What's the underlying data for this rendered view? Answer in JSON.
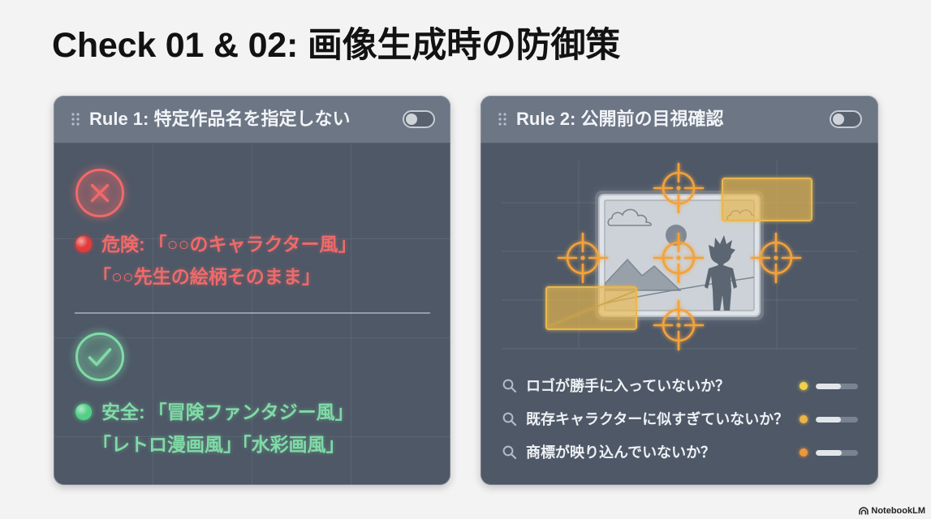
{
  "colors": {
    "page_background": "#f3f3f3",
    "card_header": "#6c7685",
    "card_body": "#4e5867",
    "danger": "#ef6a6a",
    "danger_dot": "#e33b3b",
    "safe": "#7fdba6",
    "safe_dot": "#53cf86",
    "target": "#f3a23b",
    "highlight": "#e9b84d"
  },
  "slide": {
    "title": "Check 01 & 02: 画像生成時の防御策"
  },
  "rule1": {
    "title": "Rule 1: 特定作品名を指定しない",
    "toggle_on": false,
    "danger": {
      "icon": "x-circle-icon",
      "label": "危険:",
      "line1": "「○○のキャラクター風」",
      "line2": "「○○先生の絵柄そのまま」"
    },
    "safe": {
      "icon": "check-circle-icon",
      "label": "安全:",
      "line1": "「冒険ファンタジー風」",
      "line2": "「レトロ漫画風」「水彩画風」"
    }
  },
  "rule2": {
    "title": "Rule 2: 公開前の目視確認",
    "toggle_on": false,
    "illustration": {
      "icons": [
        "image-frame-icon",
        "crosshair-icon",
        "highlight-box-icon"
      ]
    },
    "checks": [
      {
        "icon": "search-icon",
        "text": "ロゴが勝手に入っていないか？",
        "status_color": "#f1cf4d",
        "level": 0.6
      },
      {
        "icon": "search-icon",
        "text": "既存キャラクターに似すぎていないか？",
        "status_color": "#ebb645",
        "level": 0.6
      },
      {
        "icon": "search-icon",
        "text": "商標が映り込んでいないか？",
        "status_color": "#ef973a",
        "level": 0.62
      }
    ]
  },
  "footer": {
    "brand": "NotebookLM",
    "icon": "notebooklm-logo-icon"
  }
}
